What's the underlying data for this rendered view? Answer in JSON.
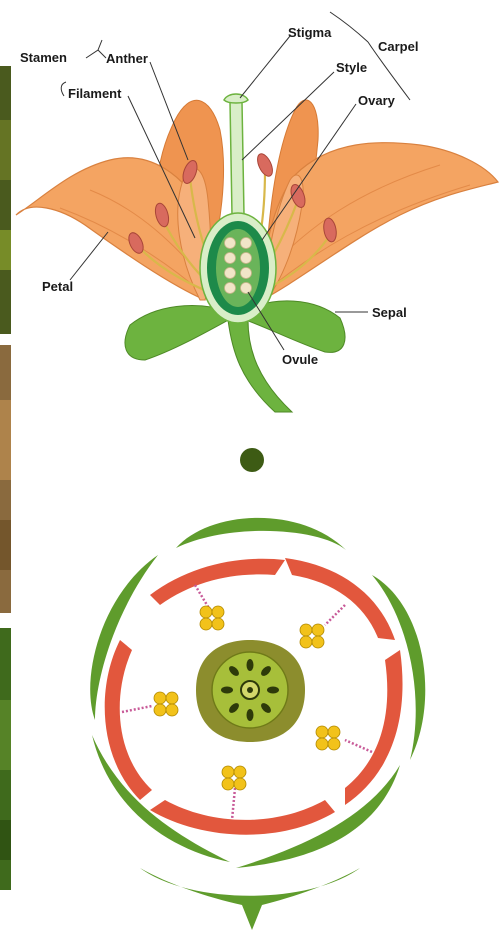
{
  "labels": {
    "stamen": "Stamen",
    "anther": "Anther",
    "filament": "Filament",
    "stigma": "Stigma",
    "carpel": "Carpel",
    "style": "Style",
    "ovary": "Ovary",
    "petal": "Petal",
    "sepal": "Sepal",
    "ovule": "Ovule"
  },
  "colors": {
    "petal": "#f4a462",
    "petal_dark": "#e0803a",
    "sepal": "#6db33f",
    "ovary": "#1d8a4a",
    "anther": "#d86a5e",
    "filament": "#d8b84a",
    "outer_sepal_ring": "#5f9c2c",
    "inner_petal_ring": "#e2573d",
    "stamen_pollen": "#f2c21a",
    "stamen_stalk": "#c85a98",
    "gynoecium_outer": "#8c8d2d",
    "gynoecium_inner": "#a7bf3a",
    "axis_dot": "#3d5b14"
  },
  "side_photo_strips": [
    "photo-strip-top",
    "photo-strip-middle",
    "photo-strip-bottom"
  ]
}
